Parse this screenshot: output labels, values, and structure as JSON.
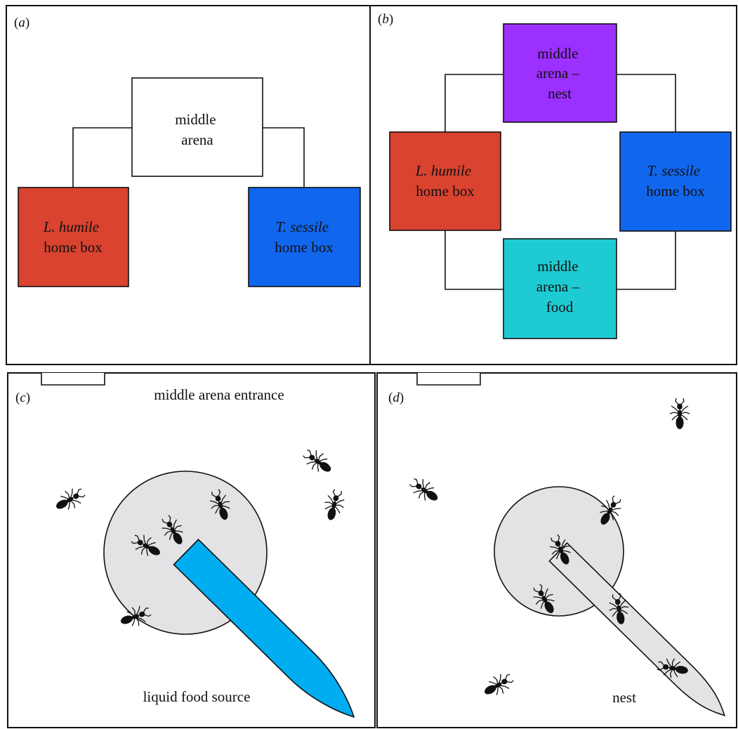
{
  "colors": {
    "l_humile_box": "#d9432f",
    "t_sessile_box": "#1166ee",
    "nest_box": "#9b30ff",
    "food_box": "#1ecbd2",
    "food_tube": "#00adf0",
    "dish": "#e3e3e6"
  },
  "panel_a": {
    "letter_open": "(",
    "letter": "a",
    "letter_close": ")",
    "middle": [
      "middle",
      "arena"
    ],
    "left_species": "L. humile",
    "left_rest": "home box",
    "right_species": "T. sessile",
    "right_rest": "home box"
  },
  "panel_b": {
    "letter_open": "(",
    "letter": "b",
    "letter_close": ")",
    "top": [
      "middle",
      "arena –",
      "nest"
    ],
    "left_species": "L. humile",
    "left_rest": "home box",
    "right_species": "T. sessile",
    "right_rest": "home box",
    "bottom": [
      "middle",
      "arena –",
      "food"
    ]
  },
  "panel_c": {
    "letter_open": "(",
    "letter": "c",
    "letter_close": ")",
    "entrance": "middle arena entrance",
    "source": "liquid food source"
  },
  "panel_d": {
    "letter_open": "(",
    "letter": "d",
    "letter_close": ")",
    "nest": "nest"
  }
}
